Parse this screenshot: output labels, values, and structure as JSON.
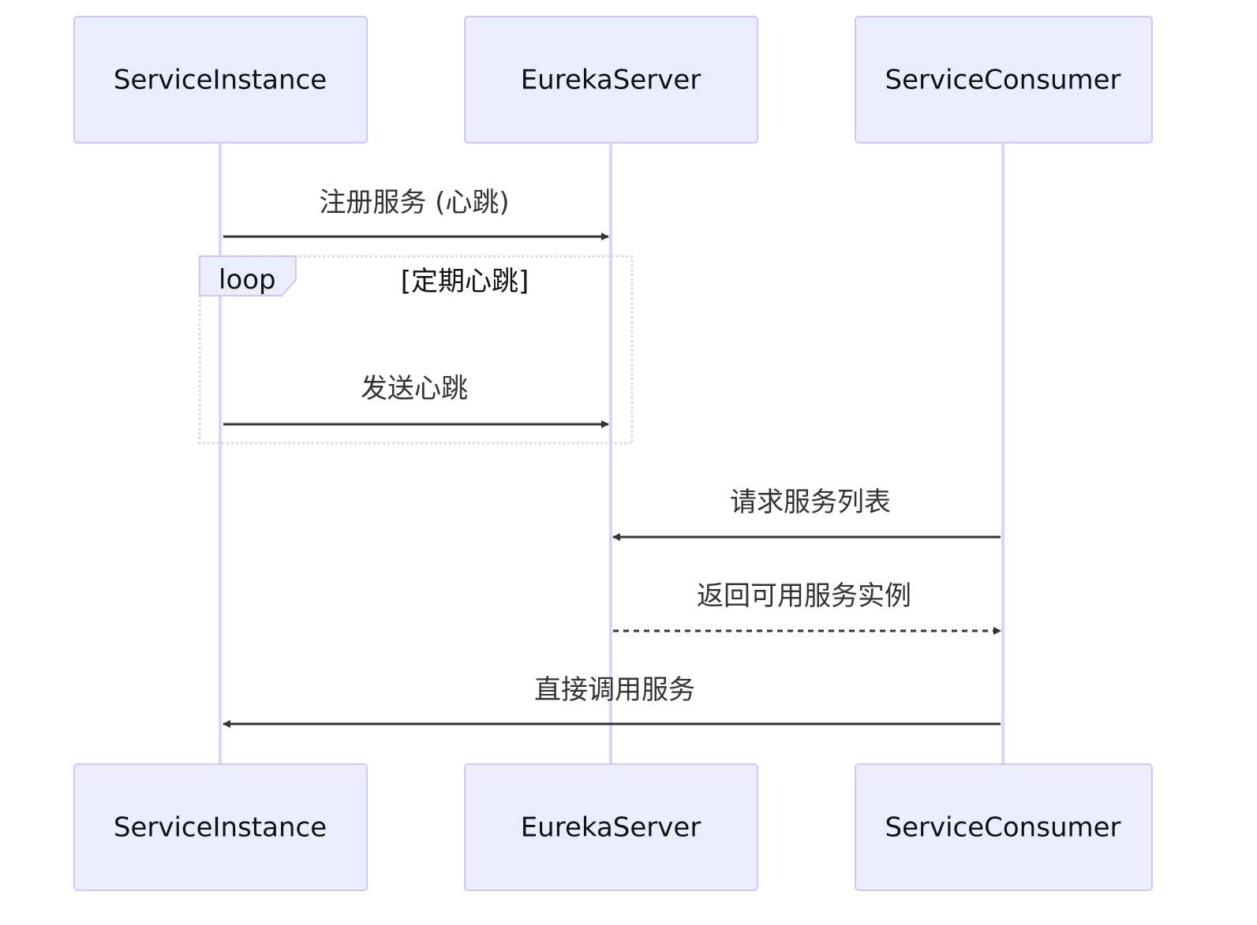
{
  "participants": {
    "service_instance": "ServiceInstance",
    "eureka_server": "EurekaServer",
    "service_consumer": "ServiceConsumer"
  },
  "messages": [
    {
      "label": "注册服务 (心跳)",
      "from": "ServiceInstance",
      "to": "EurekaServer",
      "style": "solid"
    },
    {
      "label": "发送心跳",
      "from": "ServiceInstance",
      "to": "EurekaServer",
      "style": "solid"
    },
    {
      "label": "请求服务列表",
      "from": "ServiceConsumer",
      "to": "EurekaServer",
      "style": "solid"
    },
    {
      "label": "返回可用服务实例",
      "from": "EurekaServer",
      "to": "ServiceConsumer",
      "style": "dashed"
    },
    {
      "label": "直接调用服务",
      "from": "ServiceConsumer",
      "to": "ServiceInstance",
      "style": "solid"
    }
  ],
  "loop": {
    "keyword": "loop",
    "condition": "[定期心跳]"
  },
  "colors": {
    "actor_fill": "#ececff",
    "actor_stroke": "#cfc7f2",
    "lifeline": "#ddd4f5",
    "message": "#333333"
  }
}
